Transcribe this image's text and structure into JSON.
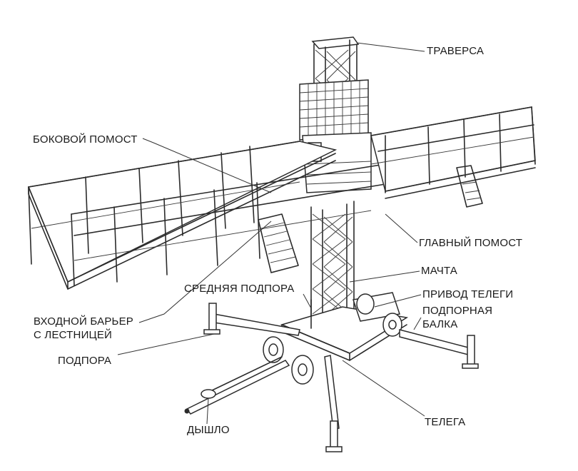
{
  "labels": {
    "traverse": "ТРАВЕРСА",
    "side_platform": "БОКОВОЙ ПОМОСТ",
    "main_platform": "ГЛАВНЫЙ ПОМОСТ",
    "mast": "МАЧТА",
    "middle_support": "СРЕДНЯЯ ПОДПОРА",
    "trolley_drive": "ПРИВОД ТЕЛЕГИ",
    "support_beam_line1": "ПОДПОРНАЯ",
    "support_beam_line2": "БАЛКА",
    "entry_barrier_line1": "ВХОДНОЙ БАРЬЕР",
    "entry_barrier_line2": "С ЛЕСТНИЦЕЙ",
    "outrigger": "ПОДПОРА",
    "trolley": "ТЕЛЕГА",
    "drawbar": "ДЫШЛО"
  }
}
